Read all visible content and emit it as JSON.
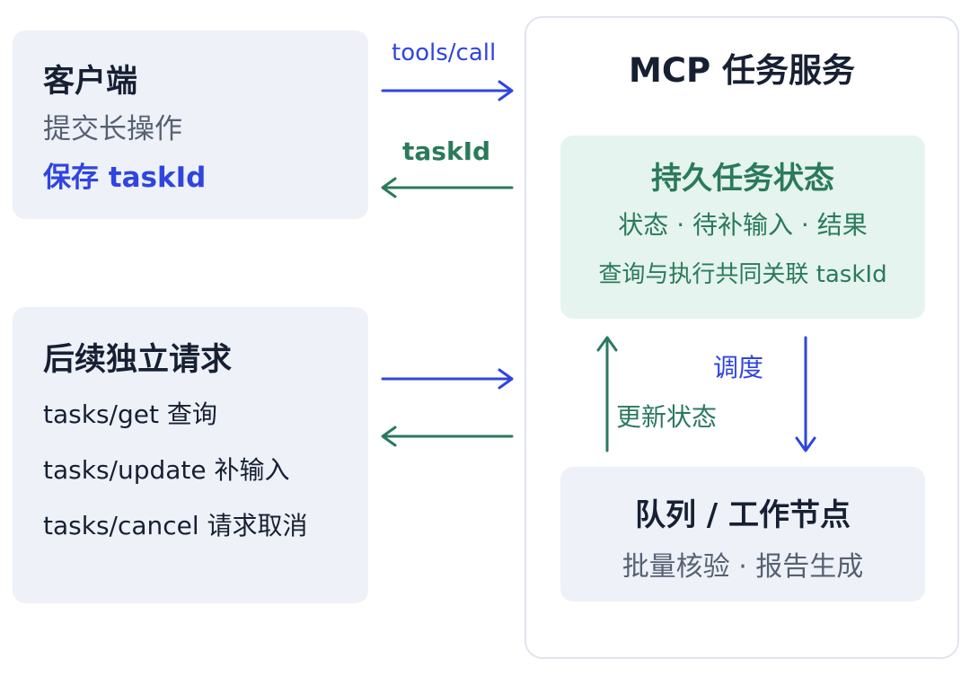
{
  "client": {
    "title": "客户端",
    "line1": "提交长操作",
    "line2": "保存 taskId"
  },
  "followup": {
    "title": "后续独立请求",
    "items": [
      "tasks/get 查询",
      "tasks/update 补输入",
      "tasks/cancel 请求取消"
    ]
  },
  "server": {
    "title": "MCP 任务服务",
    "state": {
      "title": "持久任务状态",
      "line1": "状态 · 待补输入 · 结果",
      "line2": "查询与执行共同关联 taskId"
    },
    "queue": {
      "title": "队列 / 工作节点",
      "line1": "批量核验 · 报告生成"
    }
  },
  "arrows": {
    "call_label": "tools/call",
    "return_label": "taskId",
    "schedule_label": "调度",
    "update_label": "更新状态"
  },
  "colors": {
    "blue": "#2f45de",
    "green": "#2a7a5c",
    "gray_box": "#eef1f8",
    "green_box": "#e5f4ee"
  }
}
